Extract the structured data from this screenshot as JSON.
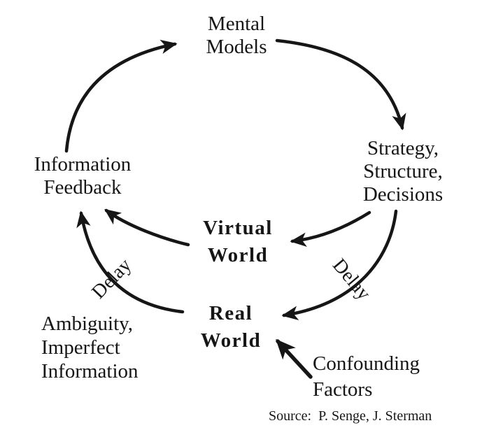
{
  "diagram": {
    "type": "causal-loop-diagram",
    "colors": {
      "ink": "#161616",
      "background": "#ffffff"
    },
    "nodes": {
      "mental_models": {
        "label": "Mental\nModels"
      },
      "strategy": {
        "label": "Strategy,\nStructure,\nDecisions"
      },
      "information_feedback": {
        "label": "Information\nFeedback"
      },
      "virtual_world": {
        "label": "Virtual\nWorld"
      },
      "real_world": {
        "label": "Real\nWorld"
      },
      "ambiguity": {
        "label": "Ambiguity,\nImperfect\nInformation"
      },
      "confounding_factors": {
        "label": "Confounding\nFactors"
      }
    },
    "edge_labels": {
      "delay_left": "Delay",
      "delay_right": "Delay"
    },
    "edges": [
      {
        "from": "Information Feedback",
        "to": "Mental Models",
        "label": ""
      },
      {
        "from": "Mental Models",
        "to": "Strategy, Structure, Decisions",
        "label": ""
      },
      {
        "from": "Strategy, Structure, Decisions",
        "to": "Virtual World",
        "label": ""
      },
      {
        "from": "Strategy, Structure, Decisions",
        "to": "Real World",
        "label": "Delay"
      },
      {
        "from": "Virtual World",
        "to": "Information Feedback",
        "label": ""
      },
      {
        "from": "Real World",
        "to": "Information Feedback",
        "label": "Delay"
      },
      {
        "from": "Confounding Factors",
        "to": "Real World",
        "label": ""
      }
    ],
    "source_note": "Source:  P. Senge, J. Sterman"
  }
}
